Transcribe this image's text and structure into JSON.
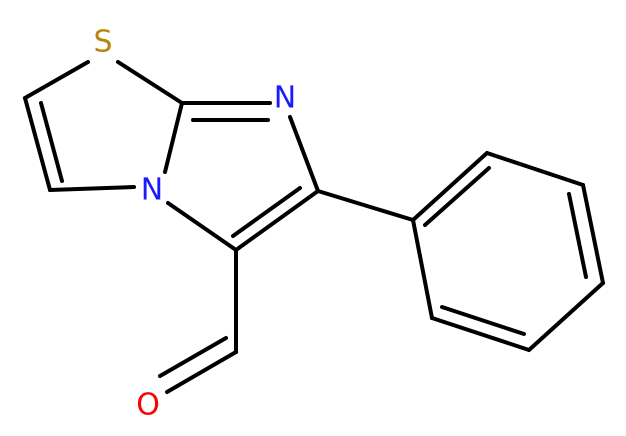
{
  "diagram": {
    "type": "chemical-structure",
    "atoms": [
      {
        "id": "S",
        "symbol": "S",
        "color": "#b8860b"
      },
      {
        "id": "N1",
        "symbol": "N",
        "color": "#1a1aff"
      },
      {
        "id": "N2",
        "symbol": "N",
        "color": "#1a1aff"
      },
      {
        "id": "O",
        "symbol": "O",
        "color": "#ff0000"
      }
    ],
    "colors": {
      "bond": "#000000",
      "background": "#ffffff"
    }
  }
}
